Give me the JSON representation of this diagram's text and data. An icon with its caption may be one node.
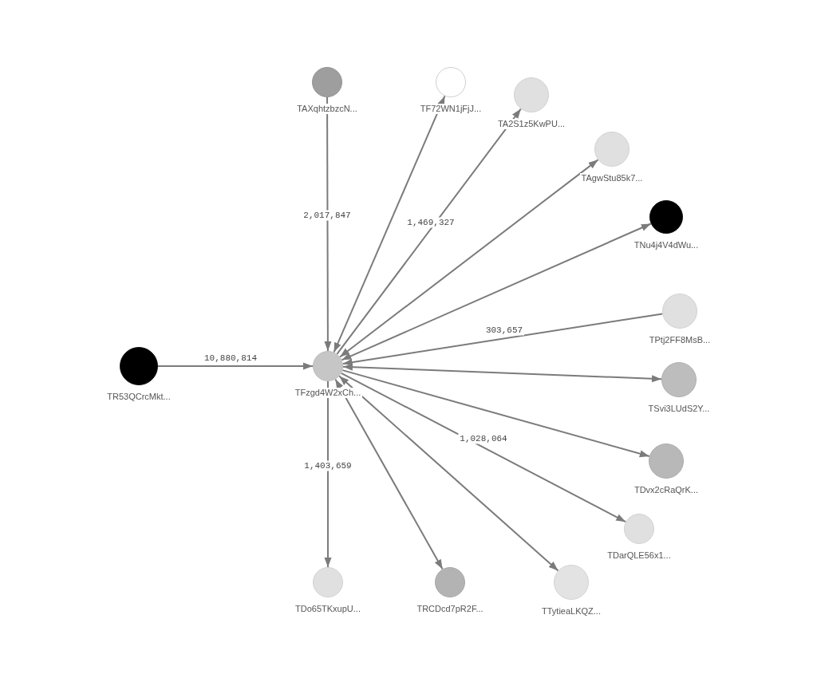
{
  "diagram": {
    "nodes": [
      {
        "text": [
          "TAXqhtzbzcN..."
        ]
      },
      {
        "text": [
          "TF72WN1jFjJ..."
        ]
      },
      {
        "text": [
          "TA2S1z5KwPU..."
        ]
      },
      {
        "text": [
          "TAgwStu85k7..."
        ]
      },
      {
        "text": [
          "TNu4j4V4dWu..."
        ]
      },
      {
        "text": [
          "TPtj2FF8MsB..."
        ]
      },
      {
        "text": [
          "TR53QCrcMkt..."
        ]
      },
      {
        "text": [
          "TFzgd4W2xCh..."
        ]
      },
      {
        "text": [
          "TSvi3LUdS2Y..."
        ]
      },
      {
        "text": [
          "TDvx2cRaQrK..."
        ]
      },
      {
        "text": [
          "TDarQLE56x1..."
        ]
      },
      {
        "text": [
          "TDo65TKxupU..."
        ]
      },
      {
        "text": [
          "TRCDcd7pR2F..."
        ]
      },
      {
        "text": [
          "TTytieaLKQZ..."
        ]
      }
    ],
    "edges": [
      {
        "from": 6,
        "to": 7,
        "arrow": "to",
        "label": "10,880,814"
      },
      {
        "from": 0,
        "to": 7,
        "arrow": "to",
        "label": "2,017,847"
      },
      {
        "from": 7,
        "to": 1,
        "arrow": "both"
      },
      {
        "from": 7,
        "to": 2,
        "arrow": "to",
        "label": "1,469,327"
      },
      {
        "from": 7,
        "to": 3,
        "arrow": "both"
      },
      {
        "from": 7,
        "to": 4,
        "arrow": "both"
      },
      {
        "from": 5,
        "to": 7,
        "arrow": "to",
        "label": "303,657"
      },
      {
        "from": 7,
        "to": 8,
        "arrow": "both"
      },
      {
        "from": 7,
        "to": 9,
        "arrow": "to"
      },
      {
        "from": 7,
        "to": 10,
        "arrow": "to",
        "label": "1,028,064"
      },
      {
        "from": 7,
        "to": 11,
        "arrow": "to",
        "label": "1,403,659"
      },
      {
        "from": 7,
        "to": 12,
        "arrow": "both"
      },
      {
        "from": 7,
        "to": 13,
        "arrow": "both"
      }
    ]
  }
}
